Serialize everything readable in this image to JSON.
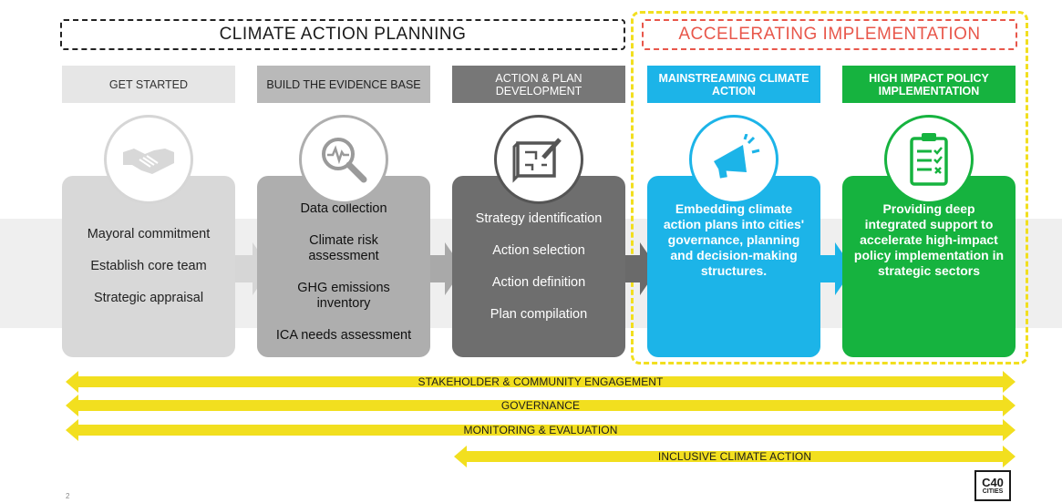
{
  "sections": {
    "planning": "CLIMATE ACTION PLANNING",
    "accelerating": "ACCELERATING IMPLEMENTATION"
  },
  "columns": [
    {
      "title": "GET STARTED",
      "icon": "handshake-icon",
      "items": [
        "Mayoral commitment",
        "Establish core team",
        "Strategic appraisal"
      ]
    },
    {
      "title": "BUILD THE EVIDENCE BASE",
      "icon": "magnifier-pulse-icon",
      "items": [
        "Data collection",
        "Climate risk assessment",
        "GHG emissions inventory",
        "ICA needs assessment"
      ]
    },
    {
      "title": "ACTION & PLAN DEVELOPMENT",
      "icon": "blueprint-pencil-icon",
      "items": [
        "Strategy identification",
        "Action selection",
        "Action definition",
        "Plan compilation"
      ]
    },
    {
      "title": "MAINSTREAMING CLIMATE ACTION",
      "icon": "megaphone-icon",
      "text": "Embedding climate action plans into cities' governance, planning and decision-making structures."
    },
    {
      "title": "HIGH IMPACT POLICY IMPLEMENTATION",
      "icon": "checklist-icon",
      "text": "Providing deep integrated support to accelerate high-impact policy implementation in strategic sectors"
    }
  ],
  "crosscutting": [
    "STAKEHOLDER & COMMUNITY ENGAGEMENT",
    "GOVERNANCE",
    "MONITORING & EVALUATION",
    "INCLUSIVE CLIMATE ACTION"
  ],
  "logo": {
    "line1": "C40",
    "line2": "CITIES"
  },
  "page_number": "2",
  "colors": {
    "get_started_title": "#e6e6e6",
    "get_started_body": "#d8d8d8",
    "evidence_title": "#b9b9b9",
    "evidence_body": "#aeaeae",
    "action_title": "#777777",
    "action_body": "#6e6e6e",
    "mainstream": "#1cb4e8",
    "high_impact": "#16b33f",
    "yellow": "#f2df1f",
    "accent_red": "#e8574b"
  }
}
